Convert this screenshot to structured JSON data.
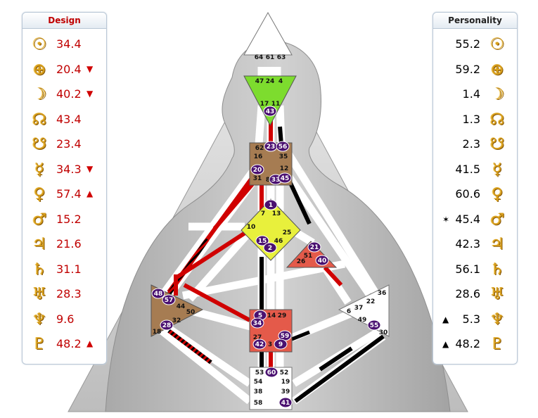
{
  "design": {
    "title": "Design",
    "rows": [
      {
        "planet": "sun-icon",
        "glyph": "☉",
        "value": "34.4",
        "mark": ""
      },
      {
        "planet": "earth-icon",
        "glyph": "⊕",
        "value": "20.4",
        "mark": "▼"
      },
      {
        "planet": "moon-icon",
        "glyph": "☽",
        "value": "40.2",
        "mark": "▼"
      },
      {
        "planet": "north-node-icon",
        "glyph": "☊",
        "value": "43.4",
        "mark": ""
      },
      {
        "planet": "south-node-icon",
        "glyph": "☋",
        "value": "23.4",
        "mark": ""
      },
      {
        "planet": "mercury-icon",
        "glyph": "☿",
        "value": "34.3",
        "mark": "▼"
      },
      {
        "planet": "venus-icon",
        "glyph": "♀",
        "value": "57.4",
        "mark": "▲"
      },
      {
        "planet": "mars-icon",
        "glyph": "♂",
        "value": "15.2",
        "mark": ""
      },
      {
        "planet": "jupiter-icon",
        "glyph": "♃",
        "value": "21.6",
        "mark": ""
      },
      {
        "planet": "saturn-icon",
        "glyph": "♄",
        "value": "31.1",
        "mark": ""
      },
      {
        "planet": "uranus-icon",
        "glyph": "♅",
        "value": "28.3",
        "mark": ""
      },
      {
        "planet": "neptune-icon",
        "glyph": "♆",
        "value": "9.6",
        "mark": ""
      },
      {
        "planet": "pluto-icon",
        "glyph": "♇",
        "value": "48.2",
        "mark": "▲"
      }
    ]
  },
  "personality": {
    "title": "Personality",
    "rows": [
      {
        "planet": "sun-icon",
        "glyph": "☉",
        "value": "55.2",
        "mark": ""
      },
      {
        "planet": "earth-icon",
        "glyph": "⊕",
        "value": "59.2",
        "mark": ""
      },
      {
        "planet": "moon-icon",
        "glyph": "☽",
        "value": "1.4",
        "mark": ""
      },
      {
        "planet": "north-node-icon",
        "glyph": "☊",
        "value": "1.3",
        "mark": ""
      },
      {
        "planet": "south-node-icon",
        "glyph": "☋",
        "value": "2.3",
        "mark": ""
      },
      {
        "planet": "mercury-icon",
        "glyph": "☿",
        "value": "41.5",
        "mark": ""
      },
      {
        "planet": "venus-icon",
        "glyph": "♀",
        "value": "60.6",
        "mark": ""
      },
      {
        "planet": "mars-icon",
        "glyph": "♂",
        "value": "45.4",
        "mark": "✶"
      },
      {
        "planet": "jupiter-icon",
        "glyph": "♃",
        "value": "42.3",
        "mark": ""
      },
      {
        "planet": "saturn-icon",
        "glyph": "♄",
        "value": "56.1",
        "mark": ""
      },
      {
        "planet": "uranus-icon",
        "glyph": "♅",
        "value": "28.6",
        "mark": ""
      },
      {
        "planet": "neptune-icon",
        "glyph": "♆",
        "value": "5.3",
        "mark": "▲"
      },
      {
        "planet": "pluto-icon",
        "glyph": "♇",
        "value": "48.2",
        "mark": "▲"
      }
    ]
  },
  "colors": {
    "design_red": "#c00000",
    "glyph_gold": "#d89f1c",
    "head": "#7ddc2e",
    "ajna": "#7ddc2e",
    "throat": "#a67c52",
    "g_center": "#e8f03c",
    "heart": "#e45a4a",
    "spleen": "#a67c52",
    "sacral": "#e45a4a",
    "root": "#ffffff",
    "highlight": "#4a1070"
  },
  "gates": {
    "head": [
      "64",
      "61",
      "63"
    ],
    "ajna": [
      "47",
      "24",
      "4",
      "17",
      "11",
      "43"
    ],
    "throat": [
      "62",
      "23",
      "56",
      "16",
      "35",
      "20",
      "12",
      "31",
      "8",
      "33",
      "45"
    ],
    "g": [
      "1",
      "7",
      "13",
      "10",
      "25",
      "15",
      "46",
      "2"
    ],
    "heart": [
      "21",
      "51",
      "26",
      "40"
    ],
    "spleen": [
      "48",
      "57",
      "44",
      "50",
      "32",
      "28",
      "18"
    ],
    "solar_plexus": [
      "36",
      "22",
      "6",
      "37",
      "49",
      "55",
      "30"
    ],
    "sacral": [
      "5",
      "14",
      "29",
      "34",
      "27",
      "59",
      "42",
      "3",
      "9"
    ],
    "root": [
      "53",
      "60",
      "52",
      "54",
      "19",
      "38",
      "39",
      "58",
      "41"
    ]
  }
}
